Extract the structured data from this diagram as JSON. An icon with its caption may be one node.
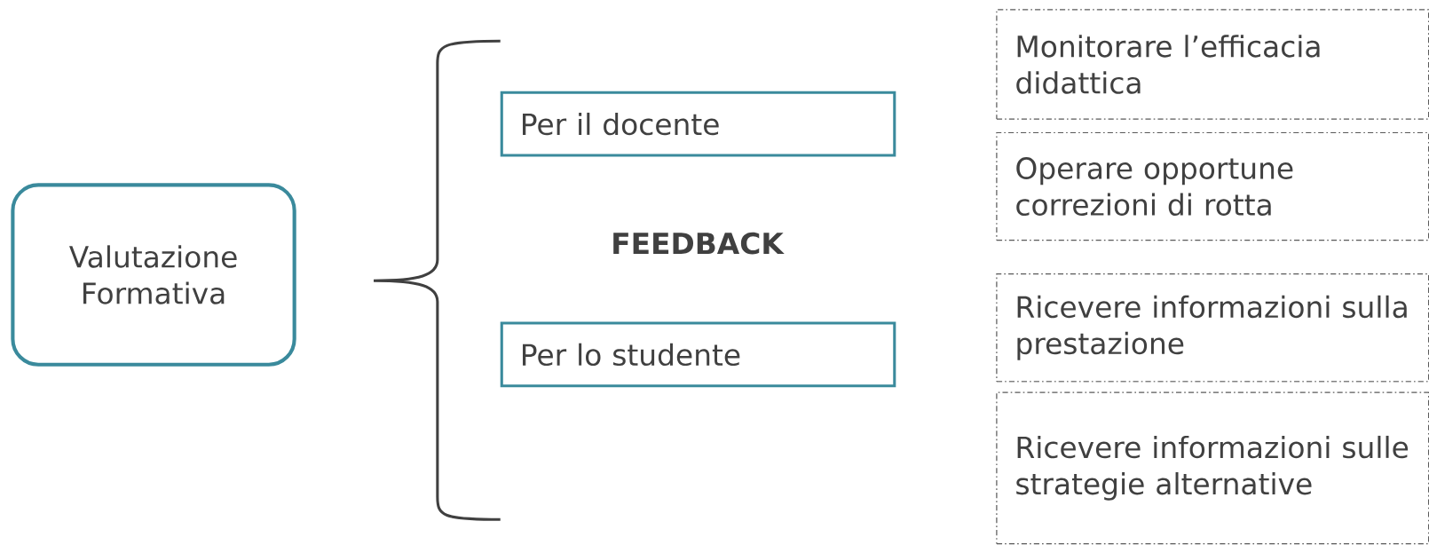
{
  "diagram": {
    "nodes": [
      {
        "text": [
          "Valutazione Formativa"
        ]
      },
      {
        "text": [
          "Per il docente"
        ]
      },
      {
        "text": [
          "Per lo studente"
        ]
      },
      {
        "text": [
          "Monitorare l’efficacia didattica"
        ]
      },
      {
        "text": [
          "Operare opportune correzioni di rotta"
        ]
      },
      {
        "text": [
          "Ricevere informazioni sulla prestazione"
        ]
      },
      {
        "text": [
          "Ricevere informazioni sulle strategie alternative"
        ]
      }
    ],
    "labels": [
      "FEEDBACK"
    ]
  }
}
